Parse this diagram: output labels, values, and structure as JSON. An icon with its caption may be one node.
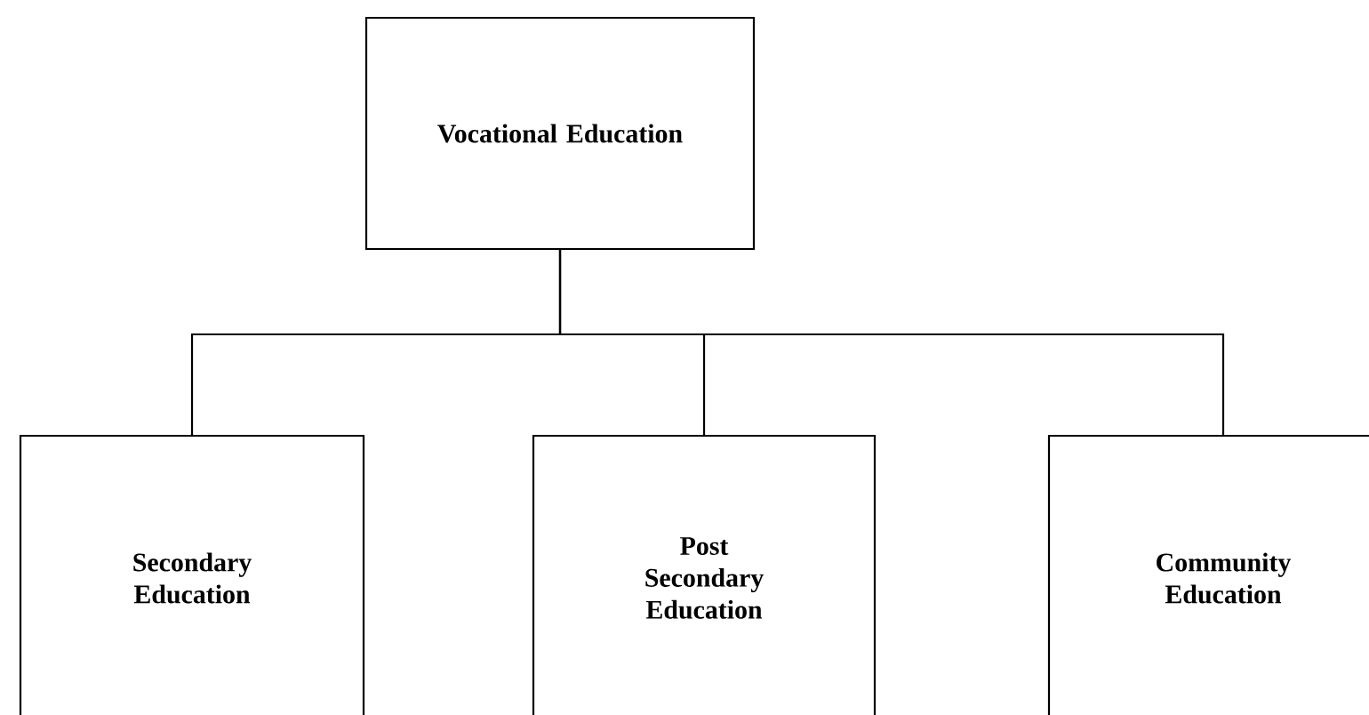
{
  "diagram": {
    "nodes": [
      {
        "text": [
          "Vocational Education"
        ]
      },
      {
        "text": [
          "Secondary Education"
        ]
      },
      {
        "text": [
          "Post Secondary Education"
        ]
      },
      {
        "text": [
          "Community Education"
        ]
      }
    ],
    "edges": [
      {
        "from": 0,
        "to": 1,
        "arrow": "none"
      },
      {
        "from": 0,
        "to": 2,
        "arrow": "none"
      },
      {
        "from": 0,
        "to": 3,
        "arrow": "none"
      }
    ]
  }
}
